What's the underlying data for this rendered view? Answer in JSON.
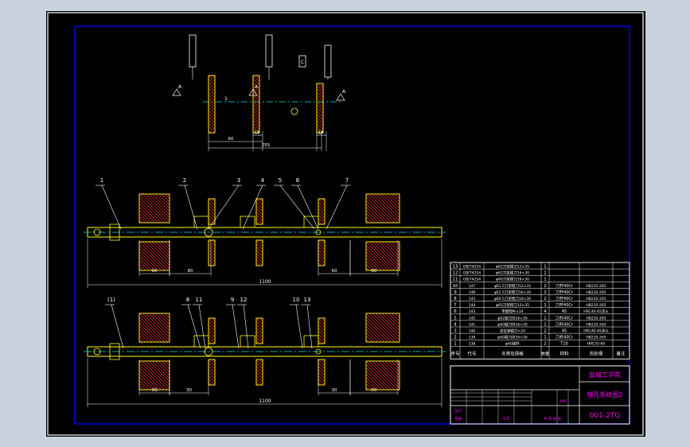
{
  "colors": {
    "ui_background": "#c9d2de",
    "canvas": "#000000",
    "frame": "#ffffff",
    "border": "#0000ff",
    "part_line": "#ffff00",
    "hatch": "#ff3b3b",
    "centerline": "#00e5e5",
    "dimension": "#ffffff",
    "label": "#ffffff",
    "title_text": "#ff00ff",
    "title_line": "#ffffff"
  },
  "top_view": {
    "dims": [
      "60",
      "18",
      "255",
      "18"
    ],
    "tolerance_box_letter": "C",
    "datum_letters": [
      "A",
      "A",
      "A"
    ],
    "center_mark": "1"
  },
  "middle_view": {
    "balloons": [
      "1",
      "2",
      "3",
      "4",
      "5",
      "6",
      "7"
    ],
    "dims": [
      "60",
      "80",
      "60",
      "80"
    ],
    "total_length": "1100"
  },
  "bottom_view": {
    "balloons": [
      "(1)",
      "8",
      "11",
      "9",
      "12",
      "10",
      "13"
    ],
    "dims": [
      "60",
      "30",
      "30",
      "60"
    ],
    "total_length": "1100"
  },
  "bom": {
    "rows": [
      {
        "no": "13",
        "code": "GB/T4254",
        "name": "φ62刀架镗刀12×35",
        "qty": "1",
        "material": "",
        "heat": ""
      },
      {
        "no": "12",
        "code": "GB/T4254",
        "name": "φ62刀架镗刀16×30",
        "qty": "1",
        "material": "",
        "heat": ""
      },
      {
        "no": "11",
        "code": "GB/T4254",
        "name": "φ60刀架镗刀16×30",
        "qty": "1",
        "material": "",
        "heat": ""
      },
      {
        "no": "10",
        "code": "147",
        "name": "φ61.5刀架镗刀12×35",
        "qty": "2",
        "material": "刀杆40Cr",
        "heat": "HB235-265"
      },
      {
        "no": "9",
        "code": "146",
        "name": "φ61.5刀架镗刀16×30",
        "qty": "2",
        "material": "刀杆40Cr",
        "heat": "HB235-265"
      },
      {
        "no": "8",
        "code": "145",
        "name": "φ60.5刀架镗刀16×30",
        "qty": "2",
        "material": "刀杆40Cr",
        "heat": "HB235-265"
      },
      {
        "no": "7",
        "code": "144",
        "name": "φ62刀架镗刀12×35",
        "qty": "1",
        "material": "刀杆40Cr",
        "heat": "HB235-265"
      },
      {
        "no": "6",
        "code": "143",
        "name": "带键镗杆×24",
        "qty": "4",
        "material": "45",
        "heat": "HRC40-45淬火"
      },
      {
        "no": "5",
        "code": "142",
        "name": "φ62镗刀块16×30",
        "qty": "1",
        "material": "刀杆40Cr",
        "heat": "HB235-265"
      },
      {
        "no": "4",
        "code": "141",
        "name": "φ60镗刀块16×30",
        "qty": "1",
        "material": "刀杆40Cr",
        "heat": "HB235-265"
      },
      {
        "no": "3",
        "code": "140",
        "name": "定位销镗刀×24",
        "qty": "2",
        "material": "45",
        "heat": "HRC40-45淬火"
      },
      {
        "no": "2",
        "code": "139",
        "name": "φ60镗刀块16×30",
        "qty": "1",
        "material": "刀杆40Cr",
        "heat": "HB235-265"
      },
      {
        "no": "1",
        "code": "138",
        "name": "φ40镗杆",
        "qty": "2",
        "material": "T10",
        "heat": "HRC55-60"
      }
    ],
    "header": {
      "no": "序号",
      "code": "代号",
      "name": "名称及规格",
      "qty": "数量",
      "material": "材料",
      "heat": "热处理",
      "note": "备注"
    }
  },
  "title_block": {
    "school": "盐城工学院",
    "drawing_name": "镗孔系统图2",
    "drawing_no": "001-2TG",
    "small_labels": [
      "设计",
      "审核",
      "工艺",
      "比例",
      "共  张  第  张"
    ]
  }
}
